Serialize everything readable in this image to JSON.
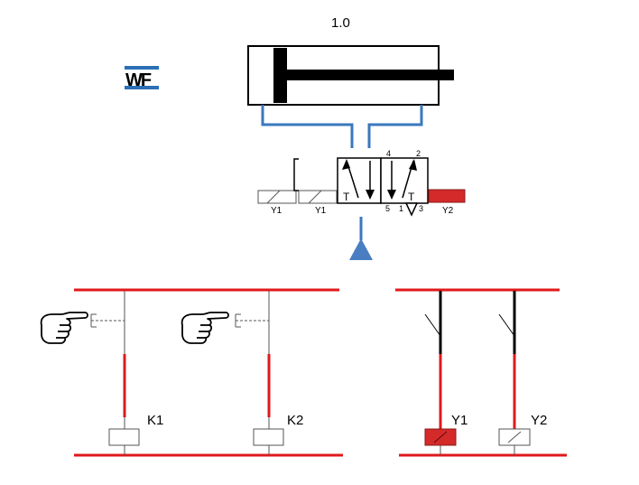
{
  "cylinder": {
    "label": "1.0"
  },
  "logo": {
    "text": "WF"
  },
  "valve": {
    "port_labels": [
      "4",
      "2",
      "5",
      "1",
      "3"
    ],
    "solenoid_labels": [
      "Y1",
      "Y1",
      "Y2"
    ],
    "spring_symbol": "T"
  },
  "circuit_left": {
    "relays": [
      {
        "label": "K1"
      },
      {
        "label": "K2"
      }
    ]
  },
  "circuit_right": {
    "solenoids": [
      {
        "label": "Y1",
        "state": "energized"
      },
      {
        "label": "Y2",
        "state": "de-energized"
      }
    ]
  },
  "colors": {
    "rail": "#e0191b",
    "pipe": "#3a78bd",
    "active": "#d42a2a",
    "exhaust": "#4a7ec2",
    "outline": "#000000"
  }
}
